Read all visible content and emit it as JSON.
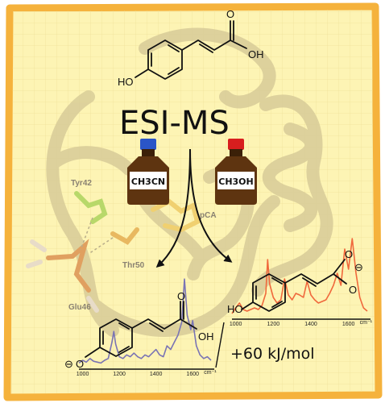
{
  "main_label": "ESI-MS",
  "solvents": [
    {
      "label": "CH3CN",
      "cap_color": "#2a55c8"
    },
    {
      "label": "CH3OH",
      "cap_color": "#d81e1e"
    }
  ],
  "molecule_top": {
    "hydroxyl": "HO",
    "carbonyl": "O",
    "acid": "OH"
  },
  "molecule_left": {
    "phenoxide": "O",
    "charge": "⊖",
    "carbonyl": "O",
    "acid": "OH"
  },
  "molecule_right": {
    "hydroxyl": "HO",
    "carboxylate_o1": "O",
    "carboxylate_o2": "O",
    "charge": "⊖"
  },
  "protein_residues": [
    "Tyr42",
    "Glu46",
    "Thr50",
    "pCA"
  ],
  "energy_difference": "+60 kJ/mol",
  "colors": {
    "background": "#fdf4b4",
    "border": "#f5b23c",
    "spectrum_left": "#7a74b4",
    "spectrum_right": "#f0683c",
    "bottle": "#5e3410"
  },
  "chart_data": [
    {
      "type": "line",
      "title": "",
      "x_unit": "cm⁻¹",
      "x_ticks": [
        1000,
        1200,
        1400,
        1600
      ],
      "xlim": [
        980,
        1700
      ],
      "series": [
        {
          "color": "#7a74b4",
          "x": [
            980,
            1000,
            1020,
            1040,
            1060,
            1080,
            1100,
            1120,
            1140,
            1160,
            1170,
            1180,
            1200,
            1220,
            1240,
            1260,
            1280,
            1300,
            1320,
            1340,
            1360,
            1380,
            1400,
            1420,
            1440,
            1460,
            1480,
            1500,
            1520,
            1540,
            1555,
            1570,
            1590,
            1600,
            1620,
            1640,
            1660,
            1680,
            1700
          ],
          "y": [
            0.05,
            0.08,
            0.06,
            0.1,
            0.07,
            0.06,
            0.05,
            0.08,
            0.1,
            0.28,
            0.4,
            0.26,
            0.12,
            0.1,
            0.14,
            0.12,
            0.16,
            0.12,
            0.1,
            0.14,
            0.12,
            0.16,
            0.2,
            0.14,
            0.12,
            0.24,
            0.2,
            0.28,
            0.36,
            0.5,
            0.98,
            0.58,
            0.42,
            0.52,
            0.24,
            0.14,
            0.1,
            0.12,
            0.08
          ]
        }
      ]
    },
    {
      "type": "line",
      "title": "",
      "x_unit": "cm⁻¹",
      "x_ticks": [
        1000,
        1200,
        1400,
        1600
      ],
      "xlim": [
        980,
        1700
      ],
      "series": [
        {
          "color": "#f0683c",
          "x": [
            980,
            1000,
            1020,
            1040,
            1060,
            1080,
            1100,
            1120,
            1140,
            1160,
            1170,
            1180,
            1200,
            1220,
            1240,
            1260,
            1280,
            1300,
            1320,
            1340,
            1360,
            1380,
            1400,
            1420,
            1440,
            1460,
            1480,
            1500,
            1520,
            1540,
            1560,
            1580,
            1600,
            1620,
            1640,
            1660,
            1680,
            1700
          ],
          "y": [
            0.05,
            0.12,
            0.18,
            0.1,
            0.08,
            0.1,
            0.12,
            0.1,
            0.15,
            0.3,
            0.72,
            0.42,
            0.25,
            0.18,
            0.22,
            0.48,
            0.28,
            0.22,
            0.3,
            0.28,
            0.25,
            0.45,
            0.28,
            0.22,
            0.18,
            0.2,
            0.22,
            0.3,
            0.4,
            0.55,
            0.4,
            0.85,
            0.6,
            0.98,
            0.55,
            0.25,
            0.12,
            0.08
          ]
        }
      ]
    }
  ]
}
